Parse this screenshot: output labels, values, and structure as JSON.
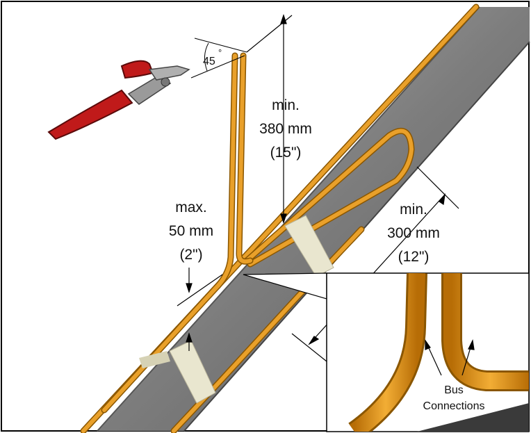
{
  "angle_label": "45",
  "angle_unit": "°",
  "dim_380": {
    "line1": "min.",
    "line2": "380 mm",
    "line3": "(15\")"
  },
  "dim_50": {
    "line1": "max.",
    "line2": "50 mm",
    "line3": "(2\")"
  },
  "dim_300": {
    "line1": "min.",
    "line2": "300 mm",
    "line3": "(12\")"
  },
  "inset": {
    "line1": "Bus",
    "line2": "Connections"
  },
  "colors": {
    "cable": "#e49a1e",
    "cable_dark": "#8a5600",
    "pipe": "#7a7a7a",
    "pipe_light": "#a8a8a8",
    "tape": "#e9e6cf",
    "tool_handle": "#c01a1a",
    "tool_metal": "#9a9a9a"
  }
}
